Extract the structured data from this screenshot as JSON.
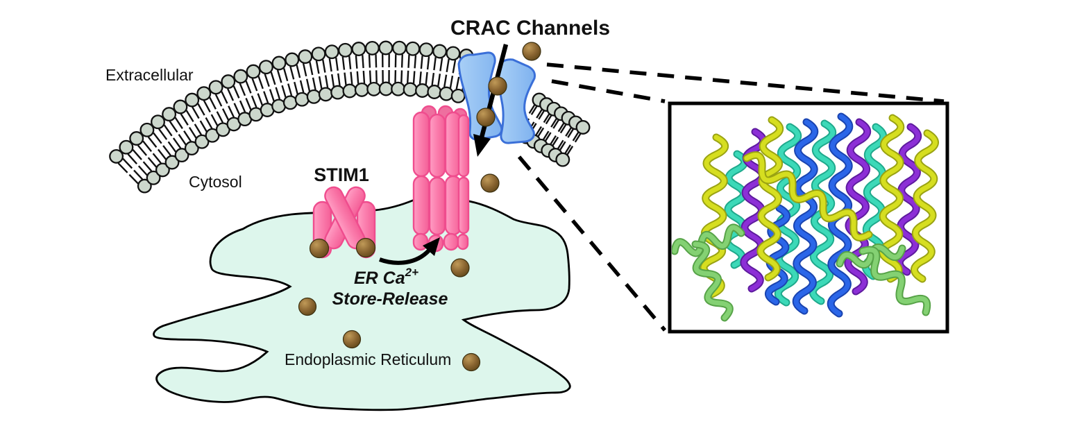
{
  "title": "CRAC Channels",
  "labels": {
    "extracellular": "Extracellular",
    "cytosol": "Cytosol",
    "stim1": "STIM1",
    "er_release_line1": "ER Ca",
    "er_release_sup": "2+",
    "er_release_line2": "Store-Release",
    "er_name": "Endoplasmic Reticulum"
  },
  "ions": {
    "name": "calcium ion",
    "count": 10
  },
  "colors": {
    "background": "#ffffff",
    "outline": "#000000",
    "er_fill": "#ddf6ec",
    "lipid_head": "#ccd7cc",
    "channel_fill_light": "#a5cdf6",
    "channel_fill": "#7fb2ef",
    "channel_stroke": "#3a6fd8",
    "stim1_fill": "#fb7fae",
    "stim1_fill_dark": "#ee6f9f",
    "stim1_stroke": "#ef4d8e",
    "ion_fill": "#8a6531",
    "ion_stroke": "#3c3010",
    "helix_yellow": "#d6de20",
    "helix_yellow_dark": "#9aa313",
    "helix_purple": "#8c2fd6",
    "helix_purple_dark": "#5e1b9e",
    "helix_teal": "#3cd9b8",
    "helix_teal_dark": "#1fa98c",
    "helix_blue": "#2b66e8",
    "helix_blue_dark": "#1a44b0",
    "helix_green": "#84d173",
    "helix_green_dark": "#57a348"
  }
}
